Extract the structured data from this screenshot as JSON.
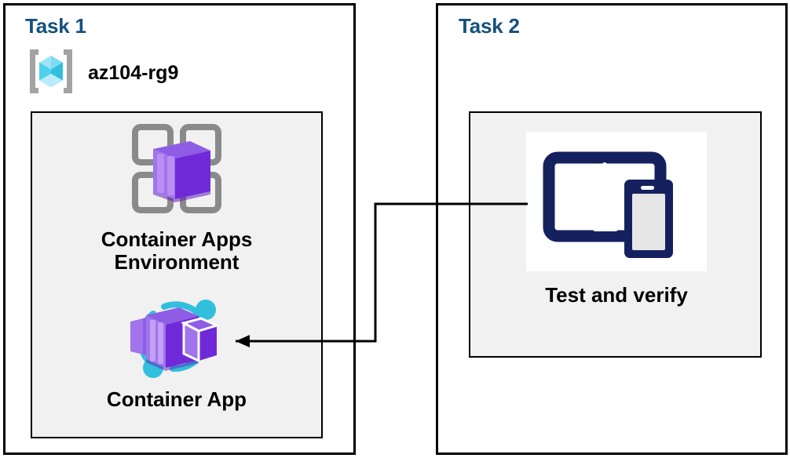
{
  "diagram": {
    "title_color": "#14507d",
    "panel_bg": "#f1f1f1",
    "border_color": "#000000",
    "accent_purple": "#7329d6",
    "accent_cyan": "#32bedd",
    "accent_navy": "#15215f",
    "gray_outline": "#8a8a8a"
  },
  "task1": {
    "title": "Task 1",
    "resource_group": {
      "icon": "azure-resource-group-icon",
      "label": "az104-rg9"
    },
    "nodes": [
      {
        "icon": "container-apps-environment-icon",
        "label": "Container Apps\nEnvironment"
      },
      {
        "icon": "container-app-icon",
        "label": "Container App"
      }
    ]
  },
  "task2": {
    "title": "Task 2",
    "nodes": [
      {
        "icon": "devices-tablet-phone-icon",
        "label": "Test and verify"
      }
    ]
  },
  "connector": {
    "name": "test-to-container-app-arrow",
    "from": "Test and verify",
    "to": "Container App",
    "direction": "right-to-left",
    "arrowhead": "left"
  }
}
